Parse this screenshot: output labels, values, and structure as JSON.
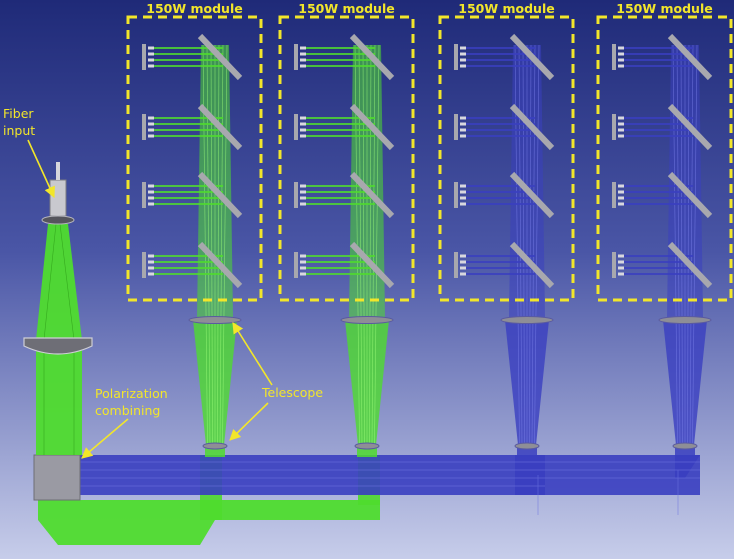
{
  "modules": [
    {
      "label": "150W module",
      "beam": "green"
    },
    {
      "label": "150W module",
      "beam": "green"
    },
    {
      "label": "150W module",
      "beam": "blue"
    },
    {
      "label": "150W module",
      "beam": "blue"
    }
  ],
  "labels": {
    "fiber_line1": "Fiber",
    "fiber_line2": "input",
    "polarization_line1": "Polarization",
    "polarization_line2": "combining",
    "telescope": "Telescope"
  },
  "colors": {
    "background_top": "#1f2a78",
    "background_bottom": "#c7cdea",
    "green_beam": "#4fdc2e",
    "blue_beam": "#3a3fc0",
    "annotation": "#f2e62a",
    "optic": "#a8a8ae"
  }
}
